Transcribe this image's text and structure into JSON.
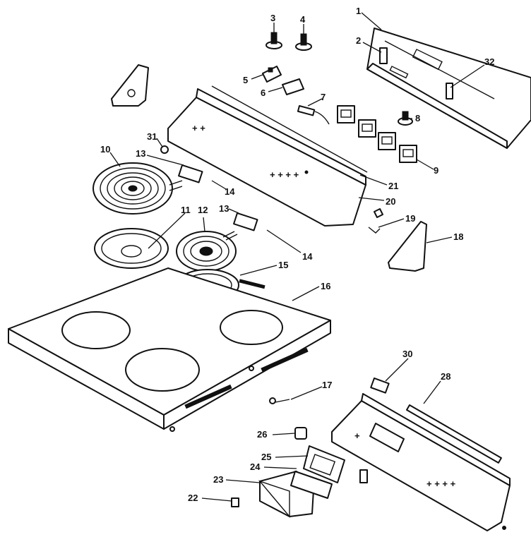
{
  "callouts": {
    "c1": "1",
    "c2": "2",
    "c3": "3",
    "c4": "4",
    "c5": "5",
    "c6": "6",
    "c7": "7",
    "c8": "8",
    "c9": "9",
    "c10": "10",
    "c11": "11",
    "c12": "12",
    "c13a": "13",
    "c13b": "13",
    "c14a": "14",
    "c14b": "14",
    "c15": "15",
    "c16": "16",
    "c17": "17",
    "c18": "18",
    "c19": "19",
    "c20": "20",
    "c21": "21",
    "c22": "22",
    "c23": "23",
    "c24": "24",
    "c25": "25",
    "c26": "26",
    "c28": "28",
    "c30": "30",
    "c31": "31",
    "c32": "32"
  }
}
